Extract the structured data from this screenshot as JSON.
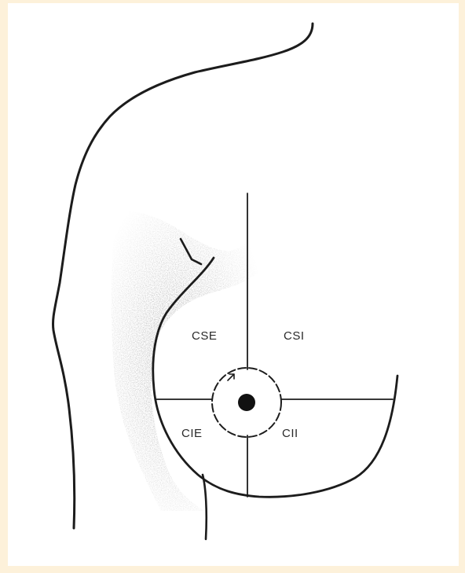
{
  "diagram": {
    "quadrants": {
      "upper_outer": "CSE",
      "upper_inner": "CSI",
      "lower_outer": "CIE",
      "lower_inner": "CII"
    }
  },
  "colors": {
    "background_frame": "#fdf1da",
    "paper": "#ffffff",
    "ink": "#1c1c1c"
  }
}
